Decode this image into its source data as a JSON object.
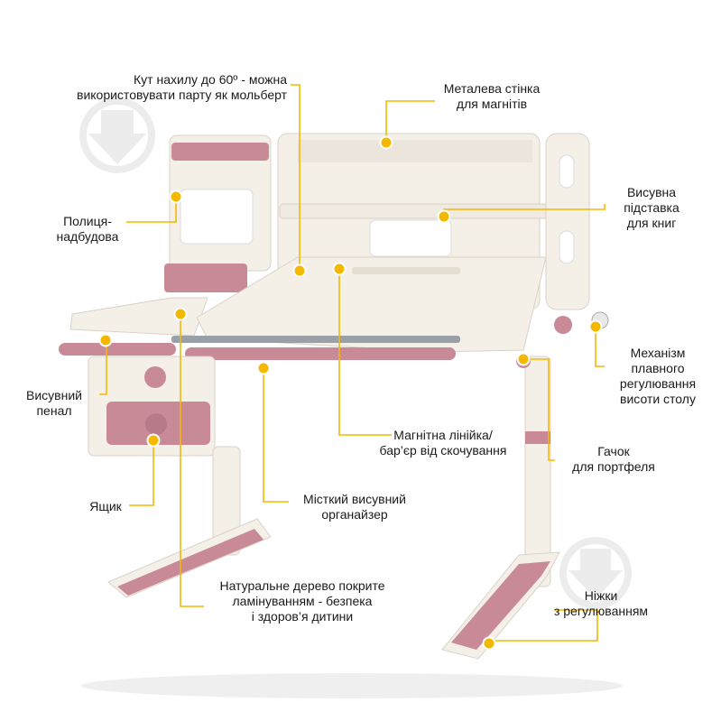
{
  "labels": {
    "tilt": [
      "Кут нахилу до 60º - можна",
      "використовувати парту як мольберт"
    ],
    "metal": [
      "Металева стінка",
      "для магнітів"
    ],
    "shelf": [
      "Полиця-",
      "надбудова"
    ],
    "bookstand": [
      "Висувна",
      "підставка",
      "для книг"
    ],
    "mechanism": [
      "Механізм",
      "плавного",
      "регулювання",
      "висоти столу"
    ],
    "pencil": [
      "Висувний",
      "пенал"
    ],
    "ruler": [
      "Магнітна лінійка/",
      "бар’єр від скочування"
    ],
    "hook": [
      "Гачок",
      "для портфеля"
    ],
    "drawer": [
      "Ящик"
    ],
    "organizer": [
      "Місткий висувний",
      "органайзер"
    ],
    "wood": [
      "Натуральне дерево покрите",
      "ламінуванням - безпека",
      "і здоров’я дитини"
    ],
    "legs": [
      "Ніжки",
      "з регулюванням"
    ]
  },
  "colors": {
    "accent": "#f5b800",
    "desk": "#f4efe7",
    "pink": "#c98a98",
    "line": "#f5b800",
    "text": "#1a1a1a"
  }
}
